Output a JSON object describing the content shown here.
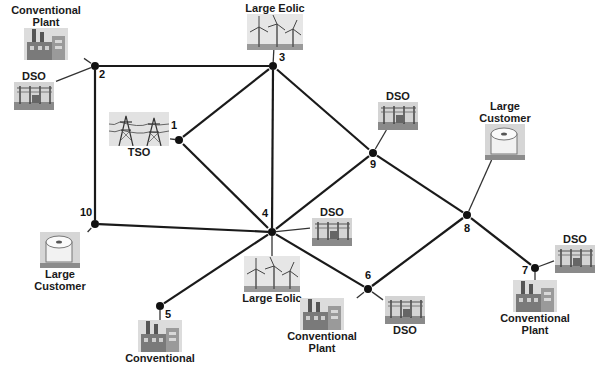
{
  "diagram": {
    "nodes": [
      {
        "text": [
          "Conventional Plant"
        ]
      },
      {
        "text": [
          "Large Eolic"
        ]
      },
      {
        "text": [
          "2"
        ]
      },
      {
        "text": [
          "3"
        ]
      },
      {
        "text": [
          "DSO"
        ]
      },
      {
        "text": [
          "DSO"
        ]
      },
      {
        "text": [
          "Large Customer"
        ]
      },
      {
        "text": [
          "TSO"
        ]
      },
      {
        "text": [
          "1"
        ]
      },
      {
        "text": [
          "9"
        ]
      },
      {
        "text": [
          "8"
        ]
      },
      {
        "text": [
          "DSO"
        ]
      },
      {
        "text": [
          "10"
        ]
      },
      {
        "text": [
          "4"
        ]
      },
      {
        "text": [
          "Large Customer"
        ]
      },
      {
        "text": [
          "DSO"
        ]
      },
      {
        "text": [
          "Large Eolic"
        ]
      },
      {
        "text": [
          "7"
        ]
      },
      {
        "text": [
          "6"
        ]
      },
      {
        "text": [
          "Conventional Plant"
        ]
      },
      {
        "text": [
          "DSO"
        ]
      },
      {
        "text": [
          "Conventional Plant"
        ]
      },
      {
        "text": [
          "5"
        ]
      },
      {
        "text": [
          "Conventional"
        ]
      }
    ],
    "edges": [
      {
        "from": 2,
        "to": 3,
        "arrow": "none"
      },
      {
        "from": 2,
        "to": 12,
        "arrow": "none"
      },
      {
        "from": 3,
        "to": 8,
        "arrow": "none"
      },
      {
        "from": 8,
        "to": 13,
        "arrow": "none"
      },
      {
        "from": 3,
        "to": 13,
        "arrow": "none"
      },
      {
        "from": 3,
        "to": 9,
        "arrow": "none"
      },
      {
        "from": 9,
        "to": 10,
        "arrow": "none"
      },
      {
        "from": 10,
        "to": 17,
        "arrow": "none"
      },
      {
        "from": 12,
        "to": 13,
        "arrow": "none"
      },
      {
        "from": 13,
        "to": 9,
        "arrow": "none"
      },
      {
        "from": 13,
        "to": 22,
        "arrow": "none"
      },
      {
        "from": 13,
        "to": 18,
        "arrow": "none"
      },
      {
        "from": 18,
        "to": 10,
        "arrow": "none"
      },
      {
        "from": 0,
        "to": 2,
        "arrow": "none"
      },
      {
        "from": 4,
        "to": 2,
        "arrow": "none"
      },
      {
        "from": 1,
        "to": 3,
        "arrow": "none"
      },
      {
        "from": 7,
        "to": 8,
        "arrow": "none"
      },
      {
        "from": 5,
        "to": 9,
        "arrow": "none"
      },
      {
        "from": 6,
        "to": 10,
        "arrow": "none"
      },
      {
        "from": 11,
        "to": 13,
        "arrow": "none"
      },
      {
        "from": 16,
        "to": 13,
        "arrow": "none"
      },
      {
        "from": 14,
        "to": 12,
        "arrow": "none"
      },
      {
        "from": 15,
        "to": 17,
        "arrow": "none"
      },
      {
        "from": 19,
        "to": 17,
        "arrow": "none"
      },
      {
        "from": 18,
        "to": 20,
        "arrow": "none"
      },
      {
        "from": 18,
        "to": 21,
        "arrow": "none"
      },
      {
        "from": 22,
        "to": 23,
        "arrow": "none"
      }
    ]
  }
}
